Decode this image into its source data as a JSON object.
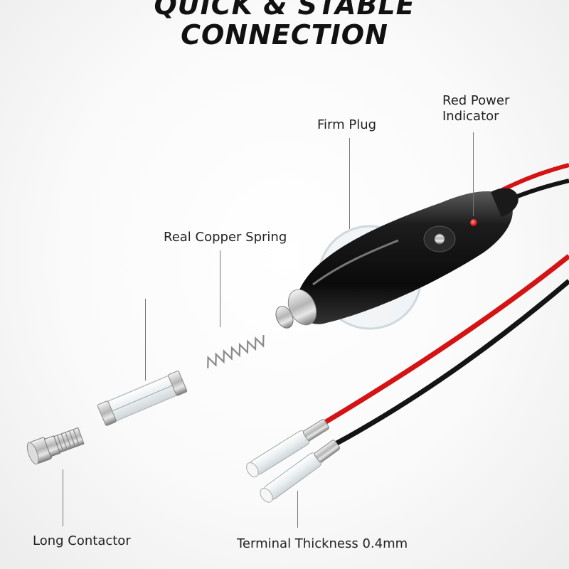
{
  "headline": {
    "line1": "QUICK & STABLE",
    "line2": "CONNECTION"
  },
  "labels": {
    "red_power_indicator": [
      "Red Power",
      "Indicator"
    ],
    "firm_plug": "Firm Plug",
    "real_copper_spring": "Real Copper Spring",
    "long_contactor": "Long Contactor",
    "terminal_thickness": "Terminal Thickness 0.4mm"
  },
  "colors": {
    "red_wire": "#d41414",
    "black_wire": "#141414",
    "indicator_led": "#ff2020"
  }
}
